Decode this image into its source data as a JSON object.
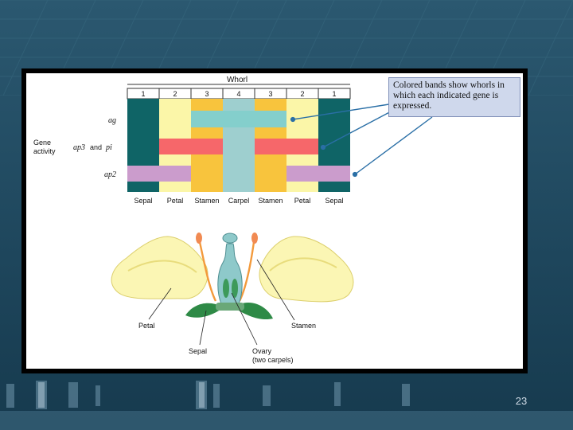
{
  "header": {
    "title": "Whorl",
    "whorl_numbers": [
      "1",
      "2",
      "3",
      "4",
      "3",
      "2",
      "1"
    ]
  },
  "row_labels": {
    "gene_activity": [
      "Gene",
      "activity"
    ],
    "ag": "ag",
    "ap3": "ap3",
    "and": "and",
    "pi": "pi",
    "ap2": "ap2"
  },
  "organs": [
    "Sepal",
    "Petal",
    "Stamen",
    "Carpel",
    "Stamen",
    "Petal",
    "Sepal"
  ],
  "callout": {
    "text": "Colored bands show whorls in which each indicated gene is expressed."
  },
  "flower_labels": {
    "petal": "Petal",
    "stamen": "Stamen",
    "sepal": "Sepal",
    "ovary": "Ovary",
    "ovary_note": "(two carpels)"
  },
  "slide_number": "23",
  "colors": {
    "sepal": "#0f6466",
    "petal": "#fbf6a8",
    "stamen": "#f8c43d",
    "carpel": "#9ecfcf",
    "ag_band": "#84cfcc",
    "ap3_pi_band": "#f6676a",
    "ap2_band": "#cb9ccc",
    "slide_background": "#1f4a60"
  }
}
